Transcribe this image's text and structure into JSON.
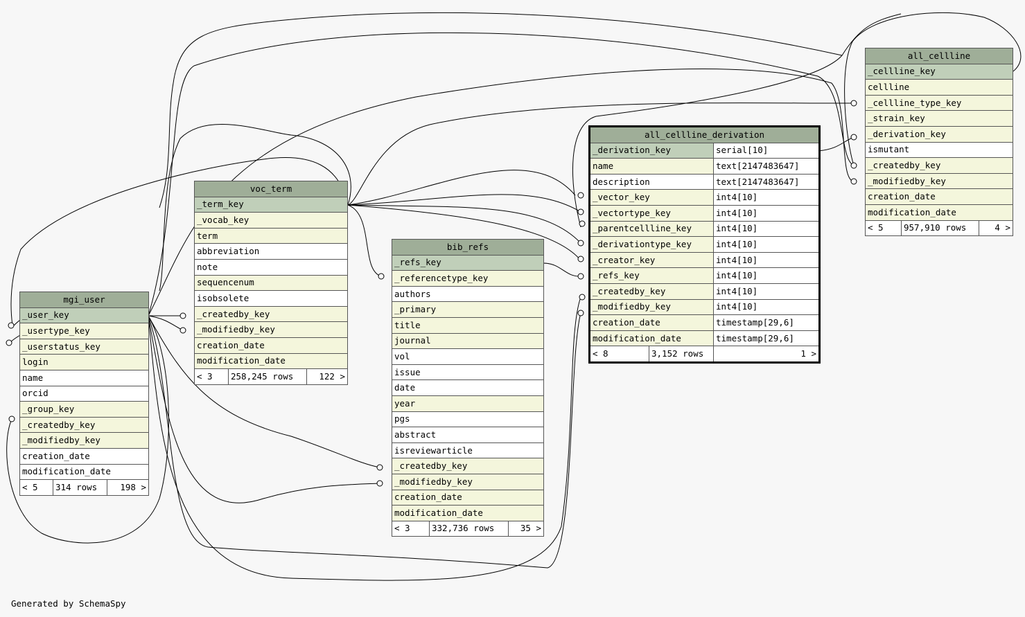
{
  "footer": "Generated by SchemaSpy",
  "colors": {
    "header": "#9fae98",
    "primary_key": "#c0cfb9",
    "foreign_key": "#f4f6dc",
    "plain": "#ffffff"
  },
  "tables": {
    "mgi_user": {
      "name": "mgi_user",
      "columns": [
        "_user_key",
        "_usertype_key",
        "_userstatus_key",
        "login",
        "name",
        "orcid",
        "_group_key",
        "_createdby_key",
        "_modifiedby_key",
        "creation_date",
        "modification_date"
      ],
      "footer": {
        "parents": "< 5",
        "rows": "314 rows",
        "children": "198 >"
      }
    },
    "voc_term": {
      "name": "voc_term",
      "columns": [
        "_term_key",
        "_vocab_key",
        "term",
        "abbreviation",
        "note",
        "sequencenum",
        "isobsolete",
        "_createdby_key",
        "_modifiedby_key",
        "creation_date",
        "modification_date"
      ],
      "footer": {
        "parents": "< 3",
        "rows": "258,245 rows",
        "children": "122 >"
      }
    },
    "bib_refs": {
      "name": "bib_refs",
      "columns": [
        "_refs_key",
        "_referencetype_key",
        "authors",
        "_primary",
        "title",
        "journal",
        "vol",
        "issue",
        "date",
        "year",
        "pgs",
        "abstract",
        "isreviewarticle",
        "_createdby_key",
        "_modifiedby_key",
        "creation_date",
        "modification_date"
      ],
      "footer": {
        "parents": "< 3",
        "rows": "332,736 rows",
        "children": "35 >"
      }
    },
    "all_cellline_derivation": {
      "name": "all_cellline_derivation",
      "columns": [
        "_derivation_key",
        "name",
        "description",
        "_vector_key",
        "_vectortype_key",
        "_parentcellline_key",
        "_derivationtype_key",
        "_creator_key",
        "_refs_key",
        "_createdby_key",
        "_modifiedby_key",
        "creation_date",
        "modification_date"
      ],
      "types": [
        "serial[10]",
        "text[2147483647]",
        "text[2147483647]",
        "int4[10]",
        "int4[10]",
        "int4[10]",
        "int4[10]",
        "int4[10]",
        "int4[10]",
        "int4[10]",
        "int4[10]",
        "timestamp[29,6]",
        "timestamp[29,6]"
      ],
      "footer": {
        "parents": "< 8",
        "rows": "3,152 rows",
        "children": "1 >"
      }
    },
    "all_cellline": {
      "name": "all_cellline",
      "columns": [
        "_cellline_key",
        "cellline",
        "_cellline_type_key",
        "_strain_key",
        "_derivation_key",
        "ismutant",
        "_createdby_key",
        "_modifiedby_key",
        "creation_date",
        "modification_date"
      ],
      "footer": {
        "parents": "< 5",
        "rows": "957,910 rows",
        "children": "4 >"
      }
    }
  }
}
